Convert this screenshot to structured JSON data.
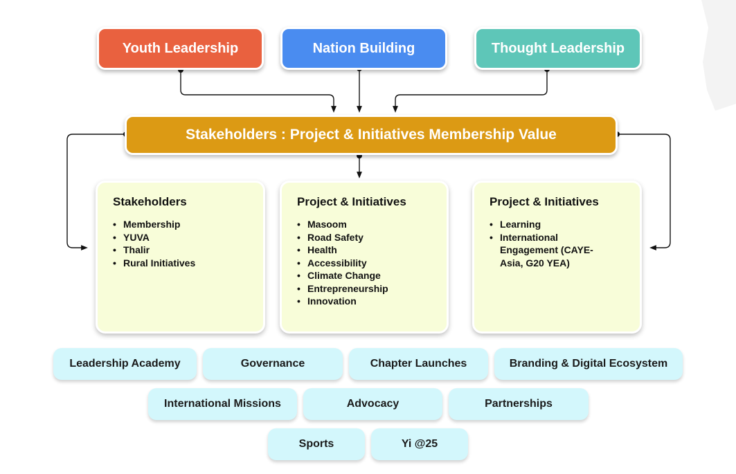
{
  "top_boxes": [
    {
      "label": "Youth Leadership",
      "color": "#e9613f"
    },
    {
      "label": "Nation Building",
      "color": "#4a8cf0"
    },
    {
      "label": "Thought Leadership",
      "color": "#5ec6b8"
    }
  ],
  "banner": {
    "label": "Stakeholders : Project & Initiatives Membership Value",
    "color": "#dc9a14"
  },
  "cards": [
    {
      "title": "Stakeholders",
      "items": [
        "Membership",
        "YUVA",
        "Thalir",
        "Rural Initiatives"
      ]
    },
    {
      "title": "Project & Initiatives",
      "items": [
        "Masoom",
        "Road Safety",
        "Health",
        "Accessibility",
        "Climate Change",
        "Entrepreneurship",
        "Innovation"
      ]
    },
    {
      "title": "Project & Initiatives",
      "items": [
        "Learning",
        "International Engagement (CAYE-Asia, G20 YEA)"
      ]
    }
  ],
  "chips": {
    "row1": [
      "Leadership Academy",
      "Governance",
      "Chapter Launches",
      "Branding & Digital Ecosystem"
    ],
    "row2": [
      "International Missions",
      "Advocacy",
      "Partnerships"
    ],
    "row3": [
      "Sports",
      "Yi @25"
    ]
  },
  "colors": {
    "card_bg": "#f8fdd9",
    "chip_bg": "#d3f7fc",
    "connector": "#111111"
  }
}
